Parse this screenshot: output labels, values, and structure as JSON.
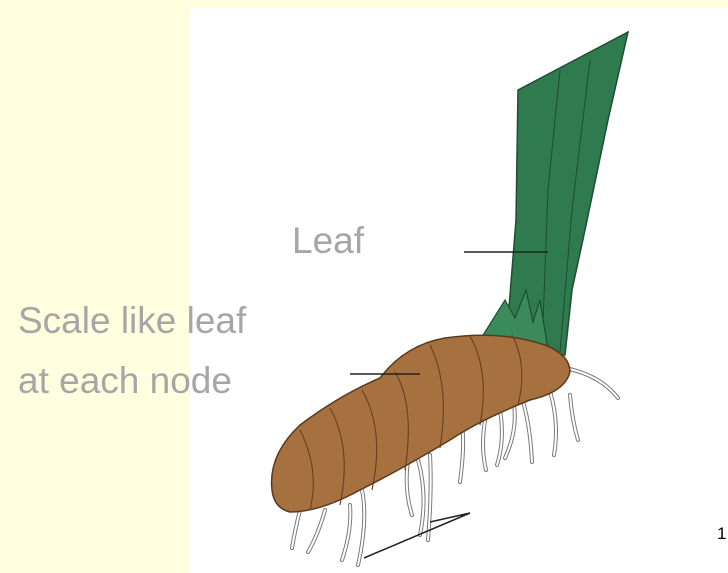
{
  "labels": {
    "leaf": "Leaf",
    "scale_line_1": "Scale like leaf",
    "scale_line_2": "at each node"
  },
  "page_number": "1",
  "colors": {
    "background_band": "#ffffe0",
    "label_text": "#a6a6a6",
    "leaf_green": "#2f7a4f",
    "corm_brown": "#a6713f"
  }
}
